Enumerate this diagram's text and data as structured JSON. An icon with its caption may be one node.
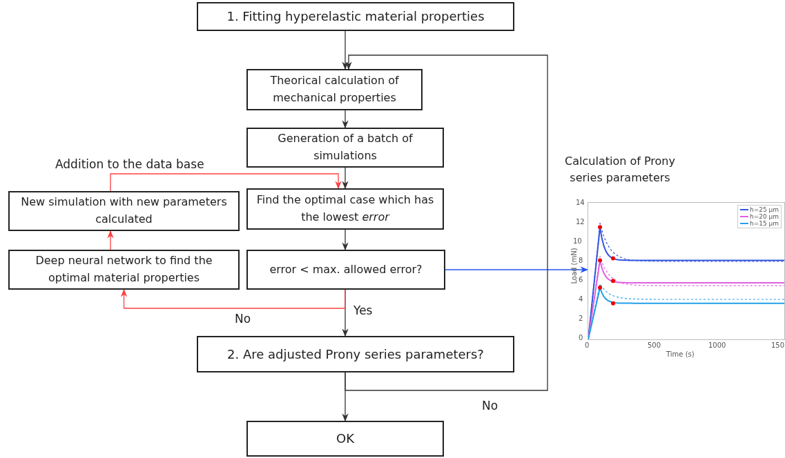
{
  "diagram": {
    "nodes": [
      {
        "text": [
          "1. Fitting hyperelastic material properties"
        ]
      },
      {
        "text": [
          "Theorical calculation of mechanical properties"
        ]
      },
      {
        "text": [
          "Generation of a batch of simulations"
        ]
      },
      {
        "text": [
          "New simulation with new parameters calculated"
        ]
      },
      {
        "text": [
          "Find the optimal case which has the lowest *error*"
        ]
      },
      {
        "text": [
          "Deep neural network to find the optimal material properties"
        ]
      },
      {
        "text": [
          "error < max. allowed error?"
        ]
      },
      {
        "text": [],
        "shape": "picture",
        "beside": [
          "14",
          "12",
          "10",
          "8",
          "6",
          "4",
          "2",
          "0",
          "Load (mN)",
          "0",
          "500",
          "1000",
          "150",
          "Time (s)"
        ]
      },
      {
        "text": [
          "2. Are adjusted Prony series parameters?"
        ]
      },
      {
        "text": [
          "OK"
        ]
      }
    ],
    "edges": [
      {
        "from": 0,
        "to": 1,
        "arrow": "to"
      },
      {
        "from": 1,
        "to": 2,
        "arrow": "to"
      },
      {
        "from": 2,
        "to": 4,
        "arrow": "to"
      },
      {
        "from": 4,
        "to": 6,
        "arrow": "to"
      },
      {
        "from": 6,
        "to": 8,
        "arrow": "to",
        "label": "Yes"
      },
      {
        "from": 6,
        "to": 5,
        "arrow": "to",
        "label": "No",
        "color": "#ff4040"
      },
      {
        "from": 5,
        "to": 3,
        "arrow": "to",
        "color": "#ff4040"
      },
      {
        "from": 3,
        "to": 4,
        "arrow": "to",
        "label": "Addition to the data base",
        "color": "#ff4040"
      },
      {
        "from": 6,
        "to": 7,
        "arrow": "to",
        "color": "#2255ee"
      },
      {
        "from": 8,
        "to": 9,
        "arrow": "to"
      },
      {
        "from": 8,
        "to": 1,
        "arrow": "to",
        "label": "No"
      }
    ],
    "labels": [
      "Calculation of Prony series parameters"
    ],
    "legend": [
      {
        "text": "h=25 μm"
      },
      {
        "text": "h=20 μm"
      },
      {
        "text": "h=15 μm"
      }
    ]
  }
}
